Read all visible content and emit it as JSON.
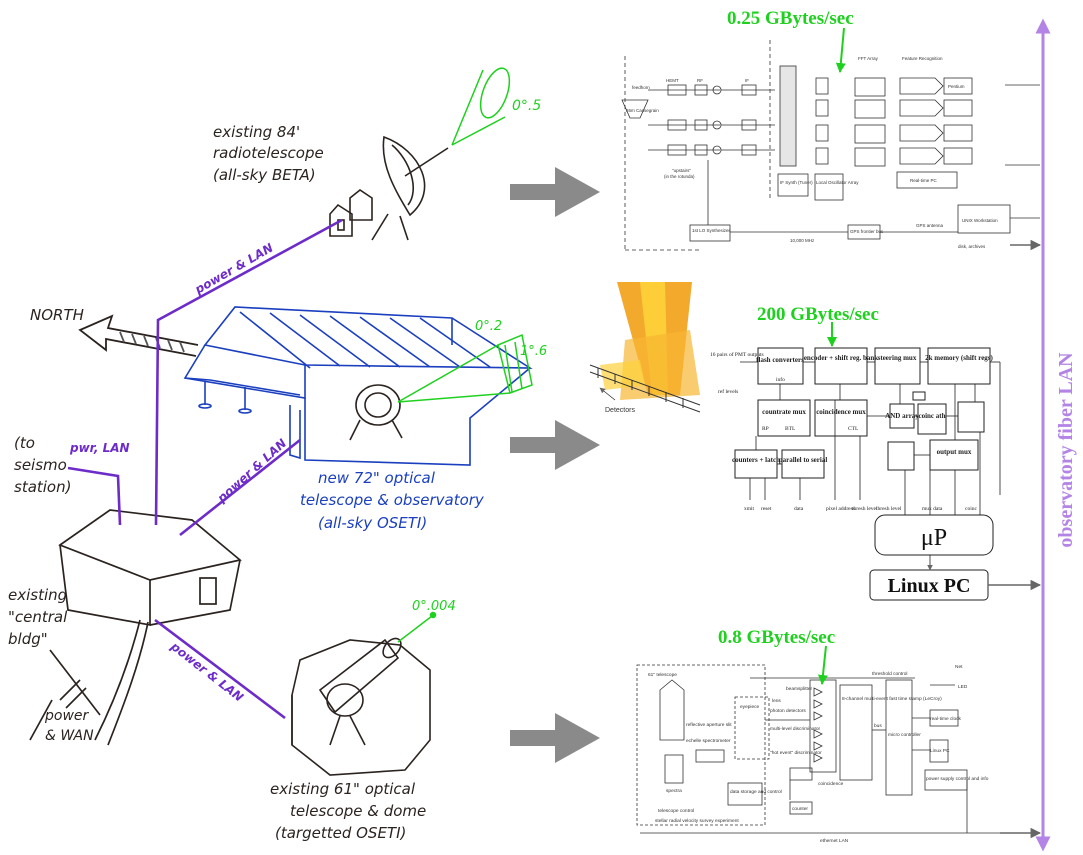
{
  "colors": {
    "ink": "#2b2320",
    "hand_blue": "#1a3fbf",
    "purple": "#6d2cc9",
    "lan_purple": "#b383e6",
    "green": "#1fd11f",
    "arrow_gray": "#8a8a8a",
    "orange": "#f2a014",
    "yellow": "#ffd23a"
  },
  "left": {
    "radio": {
      "angle": "0°.5",
      "label_lines": [
        "existing 84'",
        "radiotelescope",
        "(all-sky BETA)"
      ],
      "link": "power & LAN"
    },
    "north": "NORTH",
    "optical72": {
      "angle1": "0°.2",
      "angle2": "1°.6",
      "label_lines": [
        "new 72\" optical",
        "telescope & observatory",
        "(all-sky OSETI)"
      ],
      "link": "power & LAN"
    },
    "seismo": {
      "label_lines": [
        "(to",
        "seismo",
        "station)"
      ],
      "link": "pwr, LAN"
    },
    "central": {
      "label_lines": [
        "existing",
        "\"central",
        "bldg\""
      ],
      "power": [
        "power",
        "& WAN"
      ]
    },
    "optical61": {
      "angle": "0°.004",
      "label_lines": [
        "existing 61\" optical",
        "telescope & dome",
        "(targetted OSETI)"
      ],
      "link": "power & LAN"
    }
  },
  "panels": {
    "top": {
      "rate": "0.25 GBytes/sec",
      "labels": [
        "feedhorn",
        "HEMT",
        "RF",
        "IF",
        "26m Cassegrain",
        "\"upstairs\"",
        "(in the rotunda)",
        "1st LO Synthesizer",
        "IF Synth (Tuner)",
        "Local Oscillator Array",
        "GPS frontier bus",
        "GPS antenna",
        "Real-time PC",
        "UNIX Workstation",
        "disk, archives",
        "10,000 MHz",
        "Pentium",
        "FFT Array",
        "Feature Recognition"
      ]
    },
    "mid": {
      "rate": "200 GBytes/sec",
      "blocks": [
        "flash converters",
        "encoder + shift reg. bank",
        "steering mux",
        "2k memory (shift regs)",
        "countrate mux",
        "coincidence mux",
        "AND array",
        "coinc ath",
        "counters + latch",
        "parallel to serial",
        "output mux"
      ],
      "small_labels": [
        "16 pairs of PMT outputs",
        "ref levels",
        "info",
        "RP",
        "BTL",
        "CTL",
        "thresh level",
        "mux data",
        "coinc",
        "Detectors"
      ],
      "bottom_labels": [
        "xmit",
        "reset",
        "data",
        "pixel address",
        "thresh level"
      ],
      "uP": "μP",
      "linux": "Linux PC"
    },
    "bot": {
      "rate": "0.8 GBytes/sec",
      "labels": [
        "61\" telescope",
        "reflective aperture slit",
        "eyepiece",
        "echelle spectrometer",
        "spectra",
        "telescope control",
        "data storage and control",
        "stellar radial velocity survey experiment",
        "beamsplitter",
        "lens",
        "photon detectors",
        "multi-level discriminator",
        "\"hot event\" discriminator",
        "coincidence",
        "counter",
        "8-channel multi-event fast time stamp (LeCroy)",
        "bus",
        "micro controller",
        "real-time clock",
        "Linux PC",
        "power supply control and info",
        "threshold control",
        "Net",
        "LED",
        "ethernet LAN"
      ]
    }
  },
  "lan_label": "observatory fiber LAN"
}
